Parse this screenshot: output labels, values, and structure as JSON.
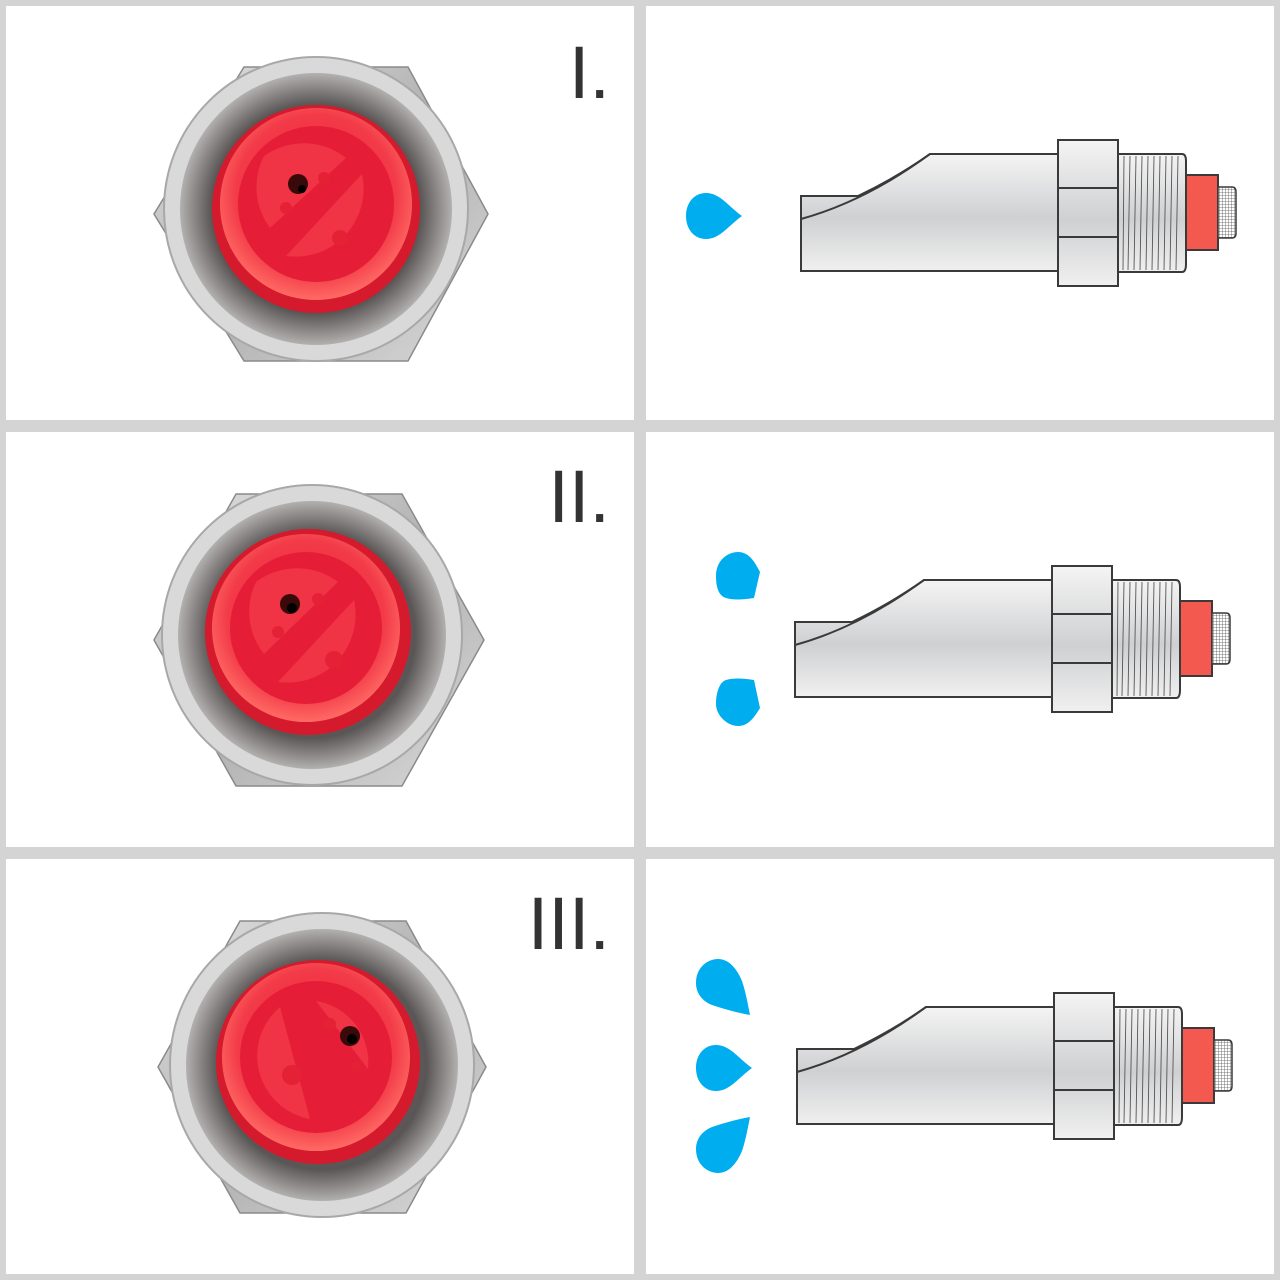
{
  "layout": {
    "background": "#d4d4d4",
    "panel_background": "#ffffff",
    "rows": 3,
    "columns": 2
  },
  "colors": {
    "droplet": "#00aeef",
    "cap_red": "#f4594f",
    "outline": "#3a3a3a",
    "numeral": "#333333",
    "photo_cap_red": "#f0283c",
    "photo_metal": "#b8b8b8"
  },
  "rows": [
    {
      "numeral": "I.",
      "setting": 1,
      "droplets": 1,
      "photo": {
        "label": "nozzle-photo-setting-1",
        "hole_position": "upper-left"
      },
      "diagram": {
        "label": "nozzle-diagram-single-stream"
      }
    },
    {
      "numeral": "II.",
      "setting": 2,
      "droplets": 2,
      "photo": {
        "label": "nozzle-photo-setting-2",
        "hole_position": "upper-left"
      },
      "diagram": {
        "label": "nozzle-diagram-double-stream"
      }
    },
    {
      "numeral": "III.",
      "setting": 3,
      "droplets": 3,
      "photo": {
        "label": "nozzle-photo-setting-3",
        "hole_position": "upper-right"
      },
      "diagram": {
        "label": "nozzle-diagram-triple-stream"
      }
    }
  ]
}
